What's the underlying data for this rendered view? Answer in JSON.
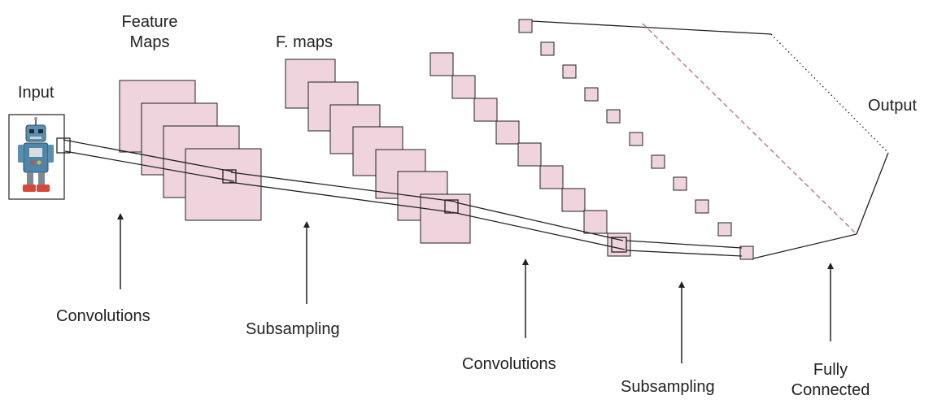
{
  "colors": {
    "map_fill": "#efd4dd",
    "stroke": "#222222",
    "dashed_link": "#c77b8f",
    "background": "#ffffff"
  },
  "icons": {
    "input_image": "robot-icon"
  },
  "labels": {
    "input": "Input",
    "feature_maps_line1": "Feature",
    "feature_maps_line2": "Maps",
    "f_maps": "F. maps",
    "output": "Output",
    "convolutions_1": "Convolutions",
    "subsampling_1": "Subsampling",
    "convolutions_2": "Convolutions",
    "subsampling_2": "Subsampling",
    "fully_connected_line1": "Fully",
    "fully_connected_line2": "Connected"
  }
}
